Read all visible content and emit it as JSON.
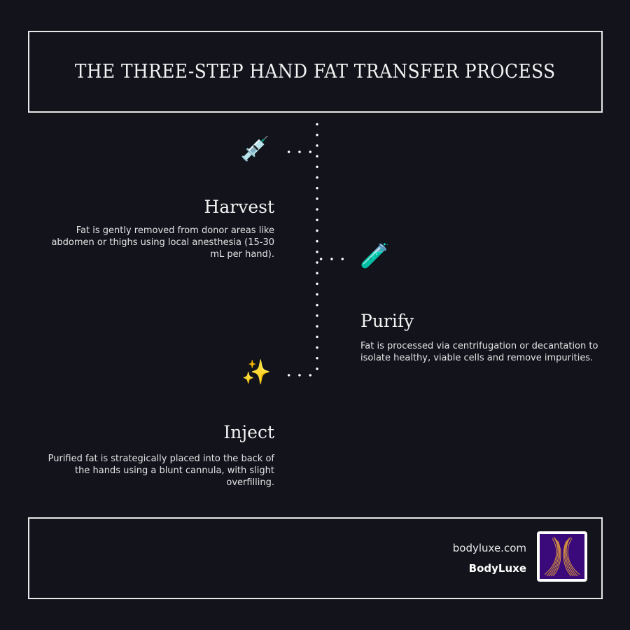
{
  "header": {
    "title": "THE THREE-STEP HAND FAT TRANSFER PROCESS"
  },
  "steps": [
    {
      "title": "Harvest",
      "icon": "💉",
      "icon_name": "syringe-icon",
      "description": "Fat is gently removed from donor areas like abdomen or thighs using local anesthesia (15-30 mL per hand)."
    },
    {
      "title": "Purify",
      "icon": "🧪",
      "icon_name": "test-tube-icon",
      "description": "Fat is processed via centrifugation or decantation to isolate healthy, viable cells and remove impurities."
    },
    {
      "title": "Inject",
      "icon": "✨",
      "icon_name": "sparkles-icon",
      "description": "Purified fat is strategically placed into the back of the hands using a blunt cannula, with slight overfilling."
    }
  ],
  "footer": {
    "website": "bodyluxe.com",
    "brand": "BodyLuxe",
    "logo_colors": {
      "background": "#3b0a7a",
      "accent": "#e8a33a"
    }
  },
  "colors": {
    "background": "#12131b",
    "border": "#e8e8e8",
    "text": "#f2f2f2"
  }
}
